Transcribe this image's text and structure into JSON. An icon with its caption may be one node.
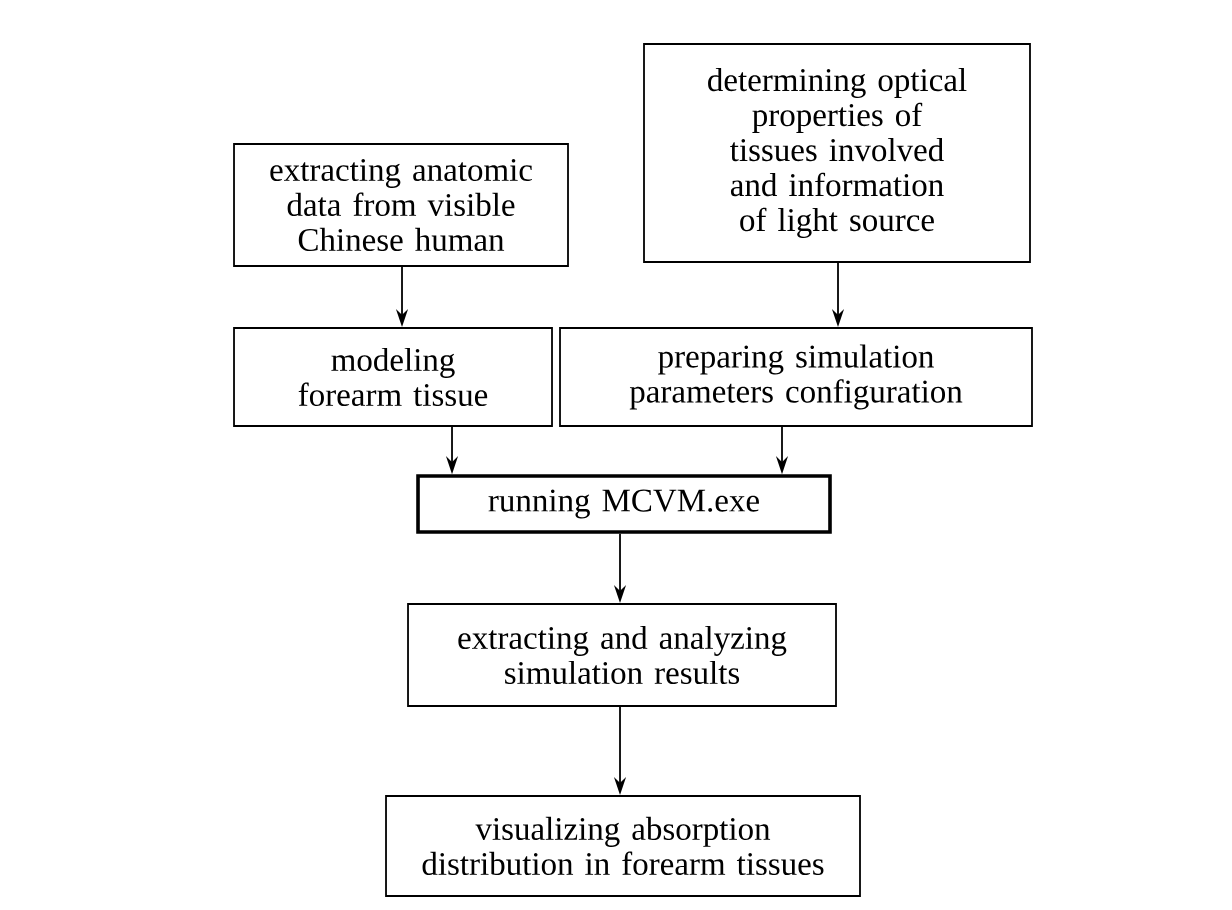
{
  "diagram": {
    "nodes": [
      {
        "text": [
          "extracting anatomic data from visible Chinese human"
        ]
      },
      {
        "text": [
          "determining optical properties of tissues involved and information of light source"
        ]
      },
      {
        "text": [
          "modeling forearm tissue"
        ]
      },
      {
        "text": [
          "preparing simulation parameters configuration"
        ]
      },
      {
        "text": [
          "running MCVM.exe"
        ]
      },
      {
        "text": [
          "extracting and analyzing simulation results"
        ]
      },
      {
        "text": [
          "visualizing absorption distribution in forearm tissues"
        ]
      }
    ],
    "edges": [
      {
        "from": 0,
        "to": 2,
        "arrow": "to"
      },
      {
        "from": 1,
        "to": 3,
        "arrow": "to"
      },
      {
        "from": 2,
        "to": 4,
        "arrow": "to"
      },
      {
        "from": 3,
        "to": 4,
        "arrow": "to"
      },
      {
        "from": 4,
        "to": 5,
        "arrow": "to"
      },
      {
        "from": 5,
        "to": 6,
        "arrow": "to"
      }
    ]
  }
}
